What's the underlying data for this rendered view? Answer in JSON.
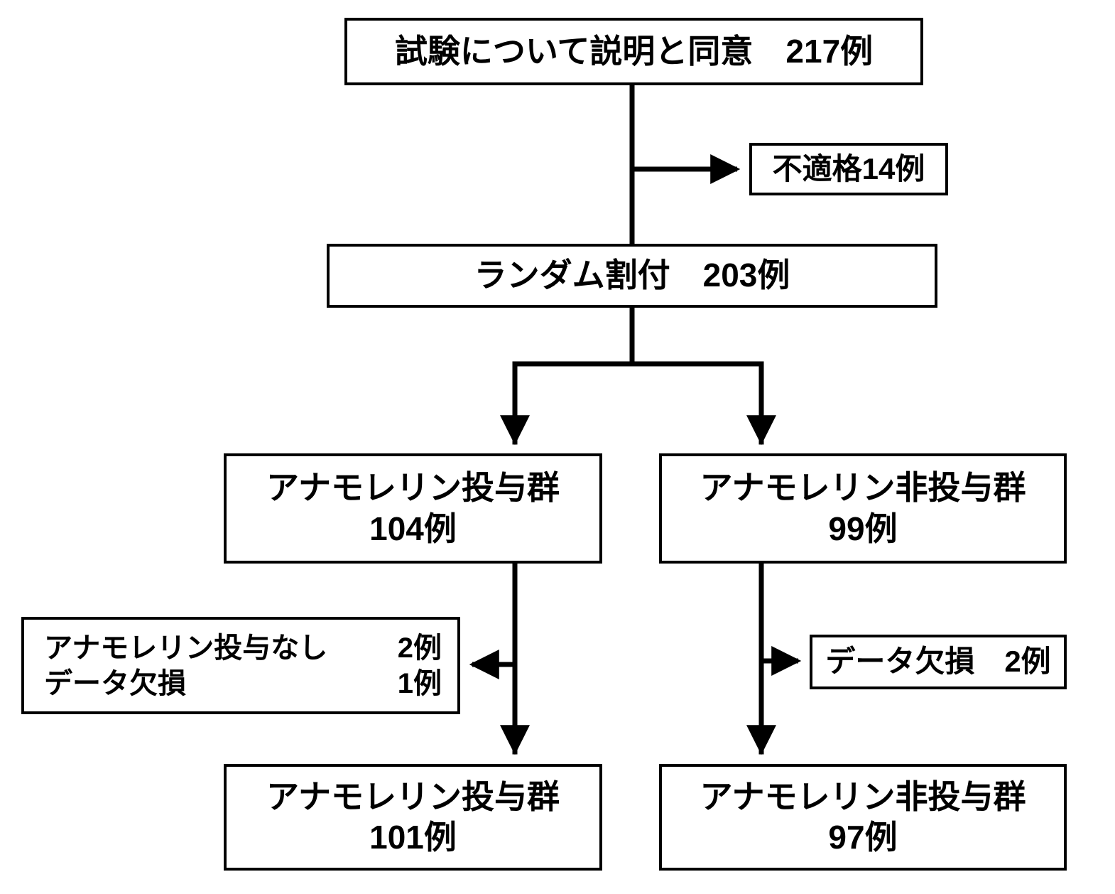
{
  "diagram": {
    "nodes": {
      "consent": {
        "label": "試験について説明と同意　217例"
      },
      "ineligible": {
        "label": "不適格14例"
      },
      "randomized": {
        "label": "ランダム割付　203例"
      },
      "anamorelin_group": {
        "line1": "アナモレリン投与群",
        "line2": "104例"
      },
      "control_group": {
        "line1": "アナモレリン非投与群",
        "line2": "99例"
      },
      "left_exclusion": {
        "rows": [
          {
            "label": "アナモレリン投与なし",
            "value": "2例"
          },
          {
            "label": "データ欠損",
            "value": "1例"
          }
        ]
      },
      "right_exclusion": {
        "label": "データ欠損　2例"
      },
      "anamorelin_final": {
        "line1": "アナモレリン投与群",
        "line2": "101例"
      },
      "control_final": {
        "line1": "アナモレリン非投与群",
        "line2": "97例"
      }
    }
  }
}
